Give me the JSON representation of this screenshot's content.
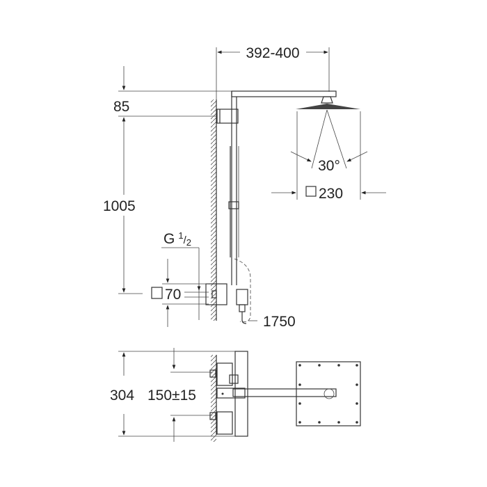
{
  "drawing": {
    "side_view": {
      "width_range": "392-400",
      "top_offset": "85",
      "height": "1005",
      "spray_angle": "30°",
      "head_size": "230",
      "connection_g": "G",
      "connection_fraction_num": "1",
      "connection_fraction_den": "2",
      "valve_size": "70",
      "hose_length": "1750"
    },
    "top_view": {
      "total_height": "304",
      "inlet_spacing": "150±15"
    }
  }
}
